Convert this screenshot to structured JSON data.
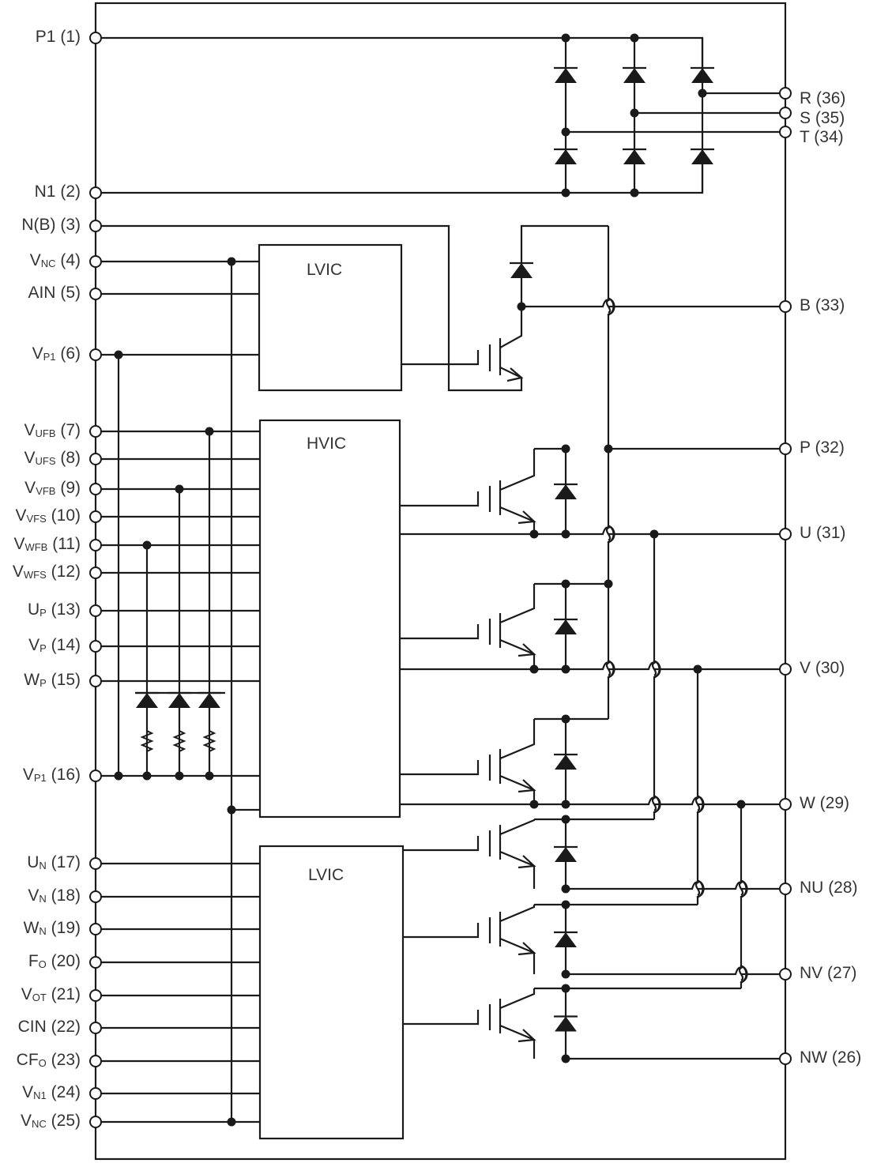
{
  "line_color": "#1a1a1a",
  "text_color": "#333333",
  "blocks": {
    "lvic_top": "LVIC",
    "hvic": "HVIC",
    "lvic_bottom": "LVIC"
  },
  "left_pins": [
    {
      "name": "P1",
      "sub": "",
      "num": "(1)"
    },
    {
      "name": "N1",
      "sub": "",
      "num": "(2)"
    },
    {
      "name": "N(B)",
      "sub": "",
      "num": "(3)"
    },
    {
      "name": "V",
      "sub": "NC",
      "num": "(4)"
    },
    {
      "name": "AIN",
      "sub": "",
      "num": "(5)"
    },
    {
      "name": "V",
      "sub": "P1",
      "num": "(6)"
    },
    {
      "name": "V",
      "sub": "UFB",
      "num": "(7)"
    },
    {
      "name": "V",
      "sub": "UFS",
      "num": "(8)"
    },
    {
      "name": "V",
      "sub": "VFB",
      "num": "(9)"
    },
    {
      "name": "V",
      "sub": "VFS",
      "num": "(10)"
    },
    {
      "name": "V",
      "sub": "WFB",
      "num": "(11)"
    },
    {
      "name": "V",
      "sub": "WFS",
      "num": "(12)"
    },
    {
      "name": "U",
      "sub": "P",
      "num": "(13)"
    },
    {
      "name": "V",
      "sub": "P",
      "num": "(14)"
    },
    {
      "name": "W",
      "sub": "P",
      "num": "(15)"
    },
    {
      "name": "V",
      "sub": "P1",
      "num": "(16)"
    },
    {
      "name": "U",
      "sub": "N",
      "num": "(17)"
    },
    {
      "name": "V",
      "sub": "N",
      "num": "(18)"
    },
    {
      "name": "W",
      "sub": "N",
      "num": "(19)"
    },
    {
      "name": "F",
      "sub": "O",
      "num": "(20)"
    },
    {
      "name": "V",
      "sub": "OT",
      "num": "(21)"
    },
    {
      "name": "CIN",
      "sub": "",
      "num": "(22)"
    },
    {
      "name": "CF",
      "sub": "O",
      "num": "(23)"
    },
    {
      "name": "V",
      "sub": "N1",
      "num": "(24)"
    },
    {
      "name": "V",
      "sub": "NC",
      "num": "(25)"
    }
  ],
  "right_pins": [
    {
      "name": "R",
      "num": "(36)"
    },
    {
      "name": "S",
      "num": "(35)"
    },
    {
      "name": "T",
      "num": "(34)"
    },
    {
      "name": "B",
      "num": "(33)"
    },
    {
      "name": "P",
      "num": "(32)"
    },
    {
      "name": "U",
      "num": "(31)"
    },
    {
      "name": "V",
      "num": "(30)"
    },
    {
      "name": "W",
      "num": "(29)"
    },
    {
      "name": "NU",
      "num": "(28)"
    },
    {
      "name": "NV",
      "num": "(27)"
    },
    {
      "name": "NW",
      "num": "(26)"
    }
  ]
}
